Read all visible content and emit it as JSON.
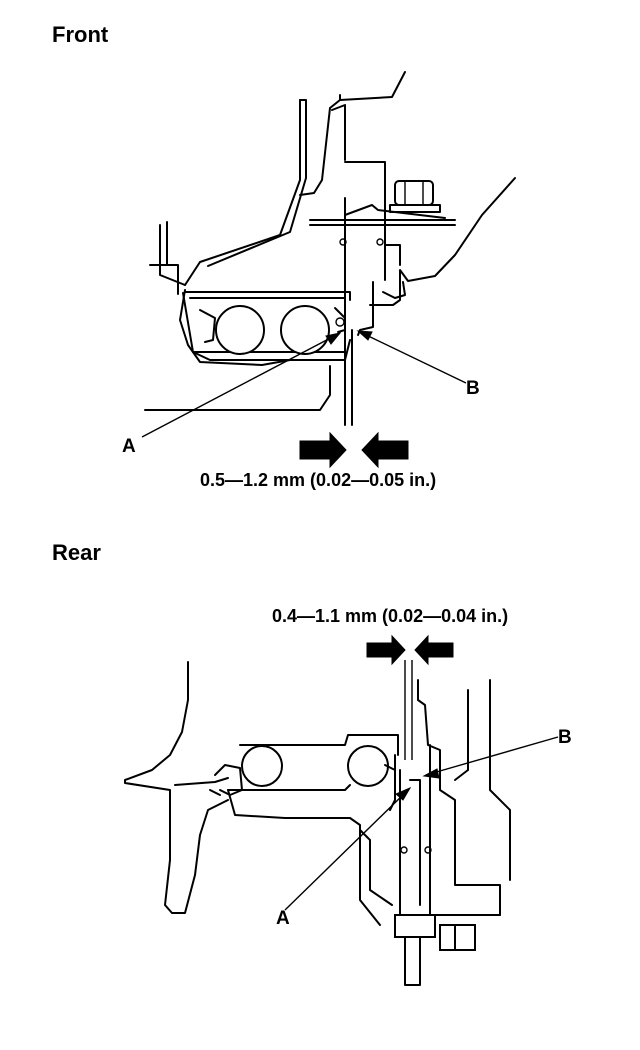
{
  "front": {
    "heading": "Front",
    "dimension": "0.5—1.2 mm (0.02—0.05 in.)",
    "callout_a": "A",
    "callout_b": "B"
  },
  "rear": {
    "heading": "Rear",
    "dimension": "0.4—1.1 mm (0.02—0.04 in.)",
    "callout_a": "A",
    "callout_b": "B"
  }
}
